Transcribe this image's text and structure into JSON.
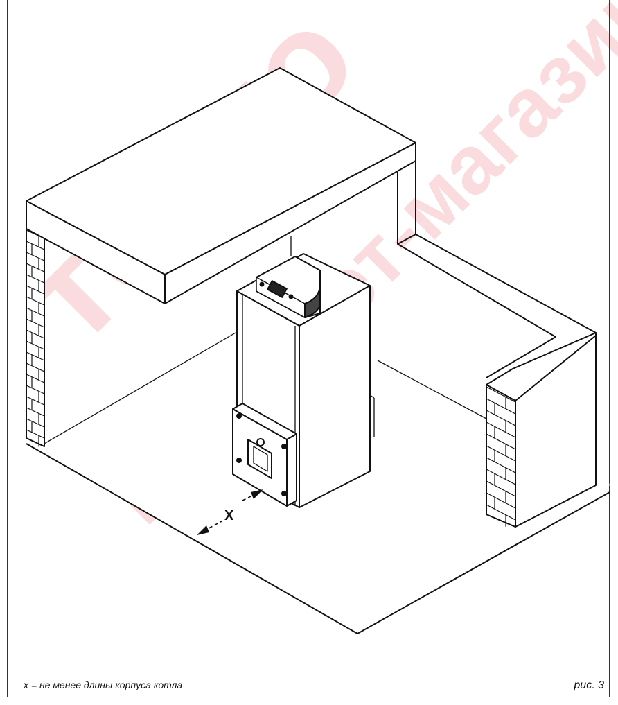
{
  "watermark": {
    "lines": [
      "тепло",
      "интернет-магазин"
    ],
    "color": "#e30613"
  },
  "diagram": {
    "dimension_label": "X"
  },
  "caption": "x = не менее длины корпуса котла",
  "figure_number": "рис.  3"
}
